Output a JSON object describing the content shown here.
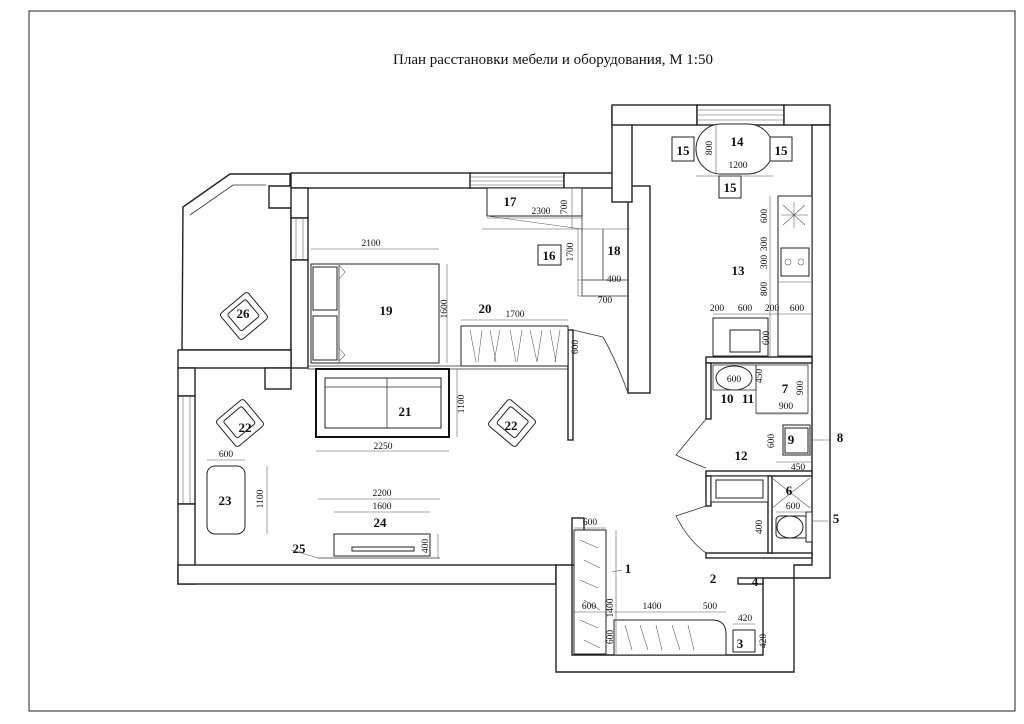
{
  "title": "План расстановки мебели и оборудования, М 1:50",
  "numbers": {
    "n1": "1",
    "n2": "2",
    "n3": "3",
    "n4": "4",
    "n5": "5",
    "n6": "6",
    "n7": "7",
    "n8": "8",
    "n9": "9",
    "n10": "10",
    "n11": "11",
    "n12": "12",
    "n13": "13",
    "n14": "14",
    "n15": "15",
    "n16": "16",
    "n17": "17",
    "n18": "18",
    "n19": "19",
    "n20": "20",
    "n21": "21",
    "n22": "22",
    "n23": "23",
    "n24": "24",
    "n25": "25",
    "n26": "26"
  },
  "dims": {
    "d2100": "2100",
    "d1600": "1600",
    "d2300": "2300",
    "d700": "700",
    "d400": "400",
    "d1700": "1700",
    "d600": "600",
    "d1100": "1100",
    "d2250": "2250",
    "d2200": "2200",
    "d1200": "1200",
    "d800": "800",
    "d300": "300",
    "d200": "200",
    "d450": "450",
    "d900": "900",
    "d1400": "1400",
    "d500": "500",
    "d420": "420"
  }
}
